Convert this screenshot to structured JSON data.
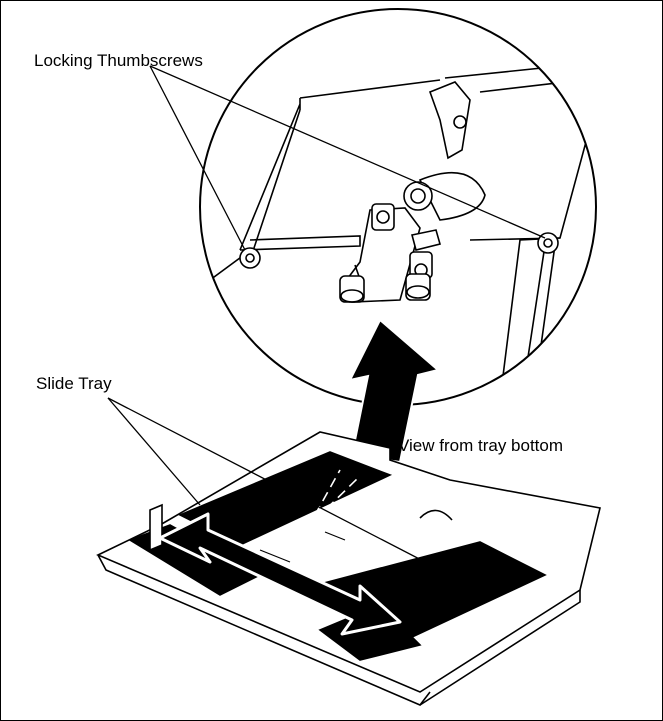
{
  "labels": {
    "locking_thumbscrews": "Locking Thumbscrews",
    "slide_tray": "Slide Tray",
    "view_from_tray_bottom": "View from tray bottom"
  }
}
